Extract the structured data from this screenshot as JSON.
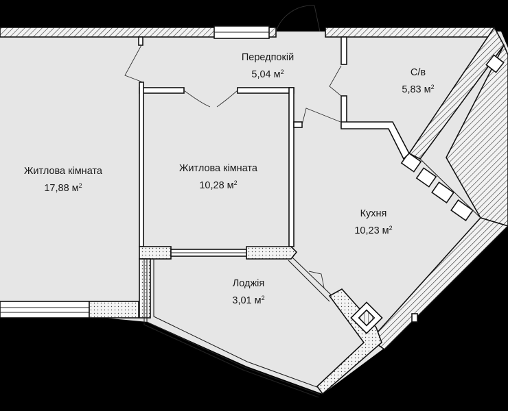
{
  "rooms": [
    {
      "id": "hallway",
      "name": "Передпокій",
      "area": "5,04",
      "unit": "м",
      "unit_exp": "2"
    },
    {
      "id": "bathroom",
      "name": "С/в",
      "area": "5,83",
      "unit": "м",
      "unit_exp": "2"
    },
    {
      "id": "living-room-1",
      "name": "Житлова кімната",
      "area": "17,88",
      "unit": "м",
      "unit_exp": "2"
    },
    {
      "id": "living-room-2",
      "name": "Житлова кімната",
      "area": "10,28",
      "unit": "м",
      "unit_exp": "2"
    },
    {
      "id": "kitchen",
      "name": "Кухня",
      "area": "10,23",
      "unit": "м",
      "unit_exp": "2"
    },
    {
      "id": "loggia",
      "name": "Лоджія",
      "area": "3,01",
      "unit": "м",
      "unit_exp": "2"
    }
  ],
  "colors": {
    "background": "#000000",
    "floor": "#e6e6e6",
    "wall": "#ffffff",
    "line": "#111111",
    "text": "#1a1a1a"
  }
}
